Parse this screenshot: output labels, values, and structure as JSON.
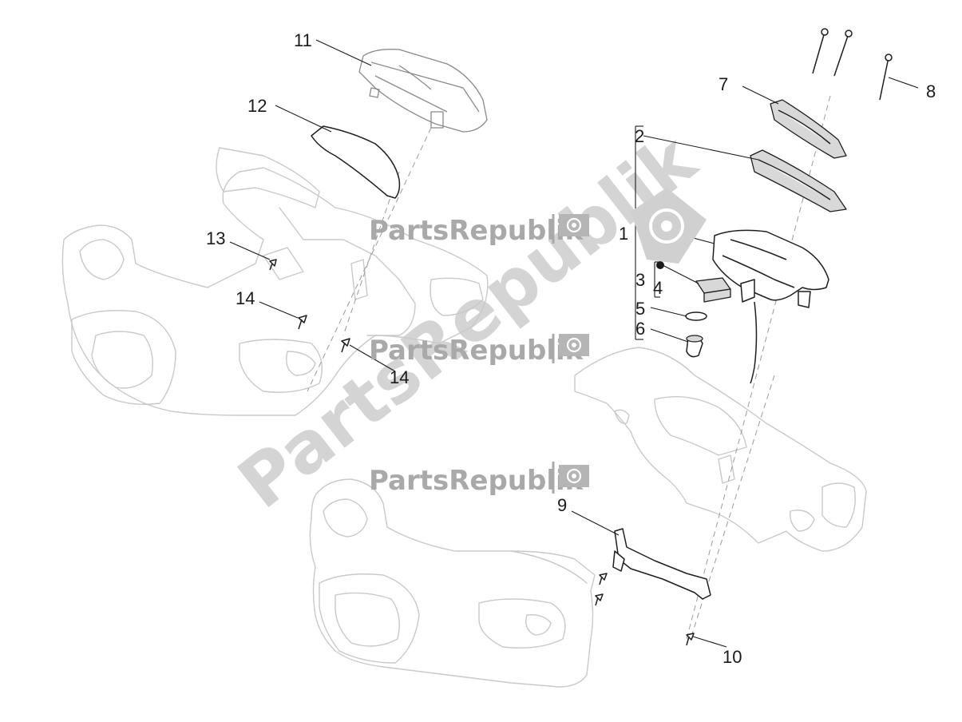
{
  "watermark": {
    "brand": "PartsRepublik",
    "color": "#a9a9a9"
  },
  "callouts": [
    {
      "id": "1",
      "text": "1"
    },
    {
      "id": "2",
      "text": "2"
    },
    {
      "id": "3",
      "text": "3"
    },
    {
      "id": "4",
      "text": "4"
    },
    {
      "id": "5",
      "text": "5"
    },
    {
      "id": "6",
      "text": "6"
    },
    {
      "id": "7",
      "text": "7"
    },
    {
      "id": "8",
      "text": "8"
    },
    {
      "id": "9",
      "text": "9"
    },
    {
      "id": "10",
      "text": "10"
    },
    {
      "id": "11",
      "text": "11"
    },
    {
      "id": "12",
      "text": "12"
    },
    {
      "id": "13",
      "text": "13"
    },
    {
      "id": "14a",
      "text": "14"
    },
    {
      "id": "14b",
      "text": "14"
    }
  ]
}
